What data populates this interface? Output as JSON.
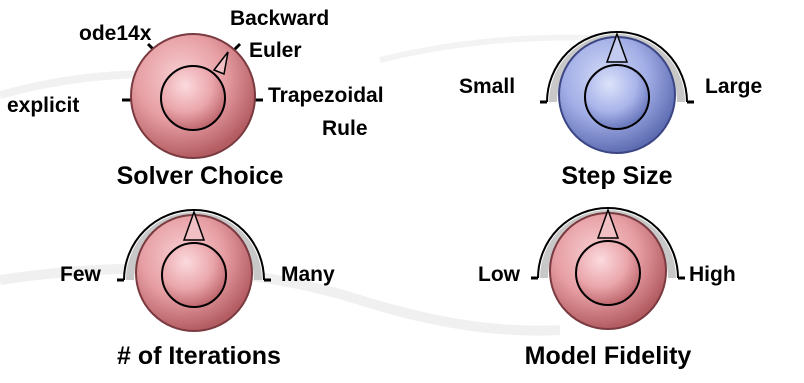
{
  "knobs": {
    "solver": {
      "title": "Solver Choice",
      "options": {
        "explicit": "explicit",
        "ode14x": "ode14x",
        "backward_euler_line1": "Backward",
        "backward_euler_line2": "Euler",
        "trapezoidal_line1": "Trapezoidal",
        "trapezoidal_line2": "Rule"
      },
      "selected": "Backward Euler",
      "color": "#e9a3a8"
    },
    "step_size": {
      "title": "Step Size",
      "min_label": "Small",
      "max_label": "Large",
      "level": 0.5,
      "color": "#a4b0e6"
    },
    "iterations": {
      "title": "# of Iterations",
      "min_label": "Few",
      "max_label": "Many",
      "level": 0.5,
      "color": "#e9a3a8"
    },
    "fidelity": {
      "title": "Model Fidelity",
      "min_label": "Low",
      "max_label": "High",
      "level": 0.5,
      "color": "#e9a3a8"
    }
  }
}
